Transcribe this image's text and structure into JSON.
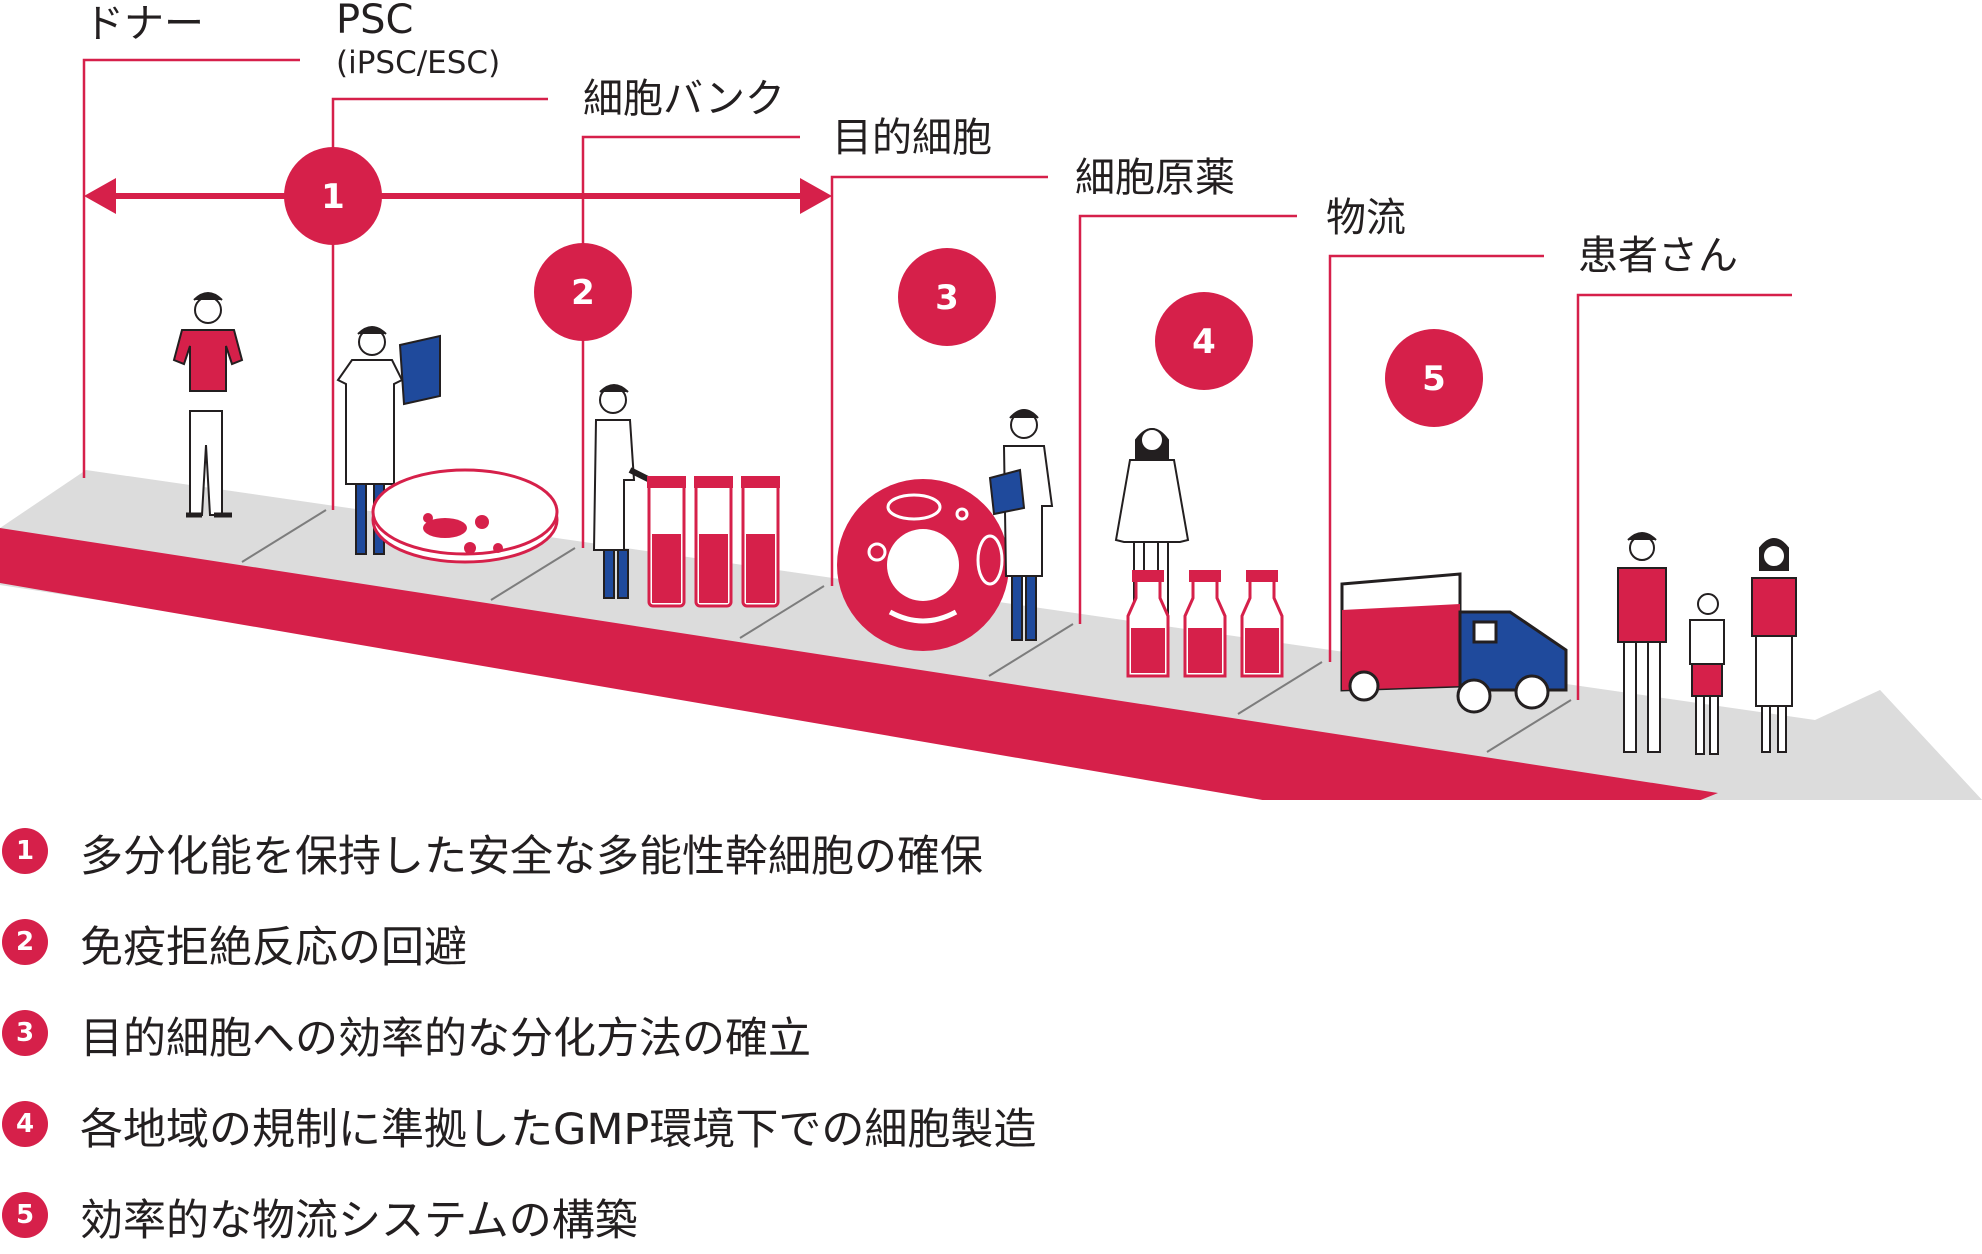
{
  "colors": {
    "accent": "#d6204a",
    "road_top": "#dcdcdc",
    "road_line": "#7d7d7d",
    "truck_cab": "#1f4a9c",
    "text": "#231f20"
  },
  "stages": [
    {
      "label": "ドナー"
    },
    {
      "label": "PSC",
      "sublabel": "(iPSC/ESC)"
    },
    {
      "label": "細胞バンク"
    },
    {
      "label": "目的細胞"
    },
    {
      "label": "細胞原薬"
    },
    {
      "label": "物流"
    },
    {
      "label": "患者さん"
    }
  ],
  "markers": [
    "1",
    "2",
    "3",
    "4",
    "5"
  ],
  "legend": [
    {
      "num": "1",
      "text": "多分化能を保持した安全な多能性幹細胞の確保"
    },
    {
      "num": "2",
      "text": "免疫拒絶反応の回避"
    },
    {
      "num": "3",
      "text": "目的細胞への効率的な分化方法の確立"
    },
    {
      "num": "4",
      "text": "各地域の規制に準拠したGMP環境下での細胞製造"
    },
    {
      "num": "5",
      "text": "効率的な物流システムの構築"
    }
  ],
  "icons": [
    "donor-person-icon",
    "scientist-clipboard-icon",
    "petri-dish-icon",
    "scientist-vials-icon",
    "red-vials-icon",
    "target-cell-icon",
    "scientist-folder-icon",
    "female-scientist-icon",
    "drug-vials-icon",
    "delivery-truck-icon",
    "patient-family-icon"
  ]
}
